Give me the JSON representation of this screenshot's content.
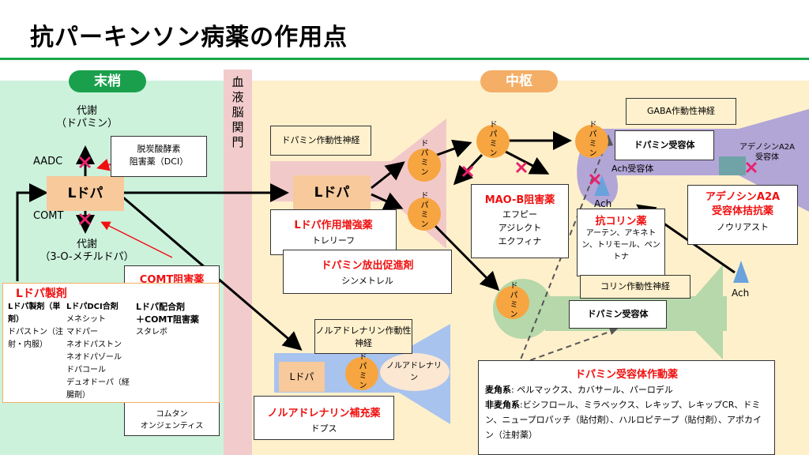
{
  "title": "抗パーキンソン病薬の作用点",
  "zones": {
    "peripheral": "末梢",
    "central": "中枢",
    "bbb": [
      "血",
      "液",
      "脳",
      "関",
      "門"
    ]
  },
  "peripheral": {
    "metab_top_1": "代謝",
    "metab_top_2": "（ドパミン）",
    "aadc": "AADC",
    "comt": "COMT",
    "metab_bot_1": "代謝",
    "metab_bot_2": "（3-O-メチルドパ）",
    "ldopa": "Lドパ",
    "dci_box_1": "脱炭酸酵素",
    "dci_box_2": "阻害薬（DCI）",
    "comt_inhib_title": "COMT阻害薬",
    "comt_inhib_drugs_1": "コムタン",
    "comt_inhib_drugs_2": "オンジェンティス",
    "ldopa_prep": {
      "title": "Lドパ製剤",
      "col1_head": "Lドパ製剤（単剤）",
      "col1_items": "ドパストン（注射・内服）",
      "col2_head": "LドパDCI合剤",
      "col2_items": [
        "メネシット",
        "マドパー",
        "ネオドパストン",
        "ネオドパゾール",
        "ドパコール",
        "デュオドーパ（経腸剤）"
      ],
      "col3_head_1": "Lドパ配合剤",
      "col3_head_2": "＋COMT阻害薬",
      "col3_items": "スタレボ"
    }
  },
  "central": {
    "da_neuron_label": "ドパミン作動性神経",
    "ldopa": "Lドパ",
    "dopamine": "ドパミン",
    "ldopa_enh_title": "Lドパ作用増強薬",
    "ldopa_enh_drug": "トレリーフ",
    "da_release_title": "ドパミン放出促進剤",
    "da_release_drug": "シンメトレル",
    "maob_title": "MAO-B阻害薬",
    "maob_drugs": [
      "エフピー",
      "アジレクト",
      "エクフィナ"
    ],
    "gaba_label": "GABA作動性神経",
    "da_receptor": "ドパミン受容体",
    "ach_receptor": "Ach受容体",
    "adenosine_receptor_1": "アデノシンA2A",
    "adenosine_receptor_2": "受容体",
    "ach": "Ach",
    "anticholin_title": "抗コリン薬",
    "anticholin_drugs": "アーテン、アキネトン、トリモール、ペントナ",
    "a2a_title_1": "アデノシンA2A",
    "a2a_title_2": "受容体拮抗薬",
    "a2a_drug": "ノウリアスト",
    "cholin_label": "コリン作動性神経",
    "na_neuron_label": "ノルアドレナリン作動性神経",
    "noradrenaline": "ノルアドレナリン",
    "na_supp_title": "ノルアドレナリン補充薬",
    "na_supp_drug": "ドプス",
    "agonist": {
      "title": "ドパミン受容体作動薬",
      "ergot_label": "麦角系",
      "ergot_drugs": ": ペルマックス、カバサール、パーロデル",
      "nonergot_label": "非麦角系",
      "nonergot_drugs": ":ビシフロール、ミラベックス、レキップ、レキップCR、ドミン、ニュープロパッチ（貼付剤）、ハルロピテープ（貼付剤）、アポカイン（注射薬）"
    }
  },
  "colors": {
    "peripheral_bg": "#cdf2dc",
    "central_bg": "#fff0cc",
    "bbb_bg": "#f2cccc",
    "accent_green": "#1aa04c",
    "accent_orange": "#f4ae66",
    "drug_red": "#f01010",
    "block_x": "#e8236e",
    "dopamine_orange": "#f7a540"
  }
}
